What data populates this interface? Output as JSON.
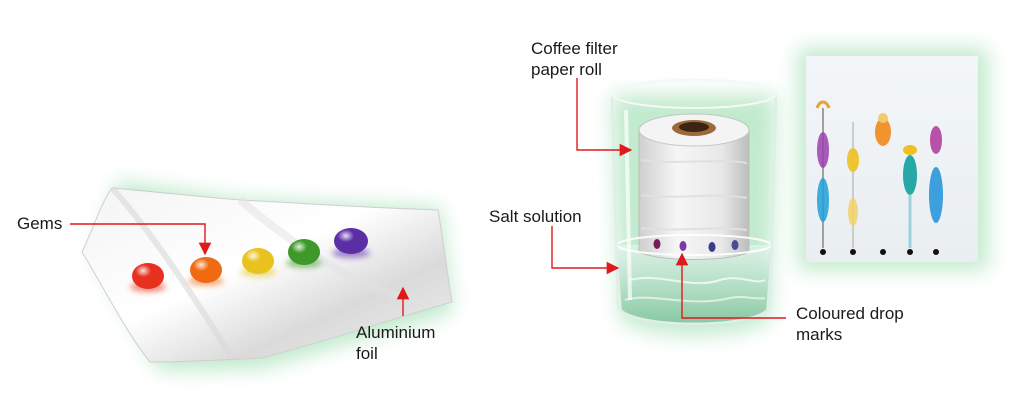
{
  "labels": {
    "gems": "Gems",
    "foil": [
      "Aluminium",
      "foil"
    ],
    "filter": [
      "Coffee filter",
      "paper roll"
    ],
    "salt": "Salt solution",
    "marks": [
      "Coloured drop",
      "marks"
    ]
  },
  "colors": {
    "arrow": "#e0191c",
    "glow": "#8fd9a4",
    "gems": [
      "#e8301e",
      "#f06a12",
      "#e8c21e",
      "#3d9a2a",
      "#5b2ea6"
    ],
    "drop_marks": [
      "#7a1a5a",
      "#7a3aa8",
      "#3a3a8a",
      "#4a4a9a"
    ],
    "chromatogram_dots": [
      "#111111",
      "#111111",
      "#111111",
      "#111111",
      "#111111"
    ]
  }
}
